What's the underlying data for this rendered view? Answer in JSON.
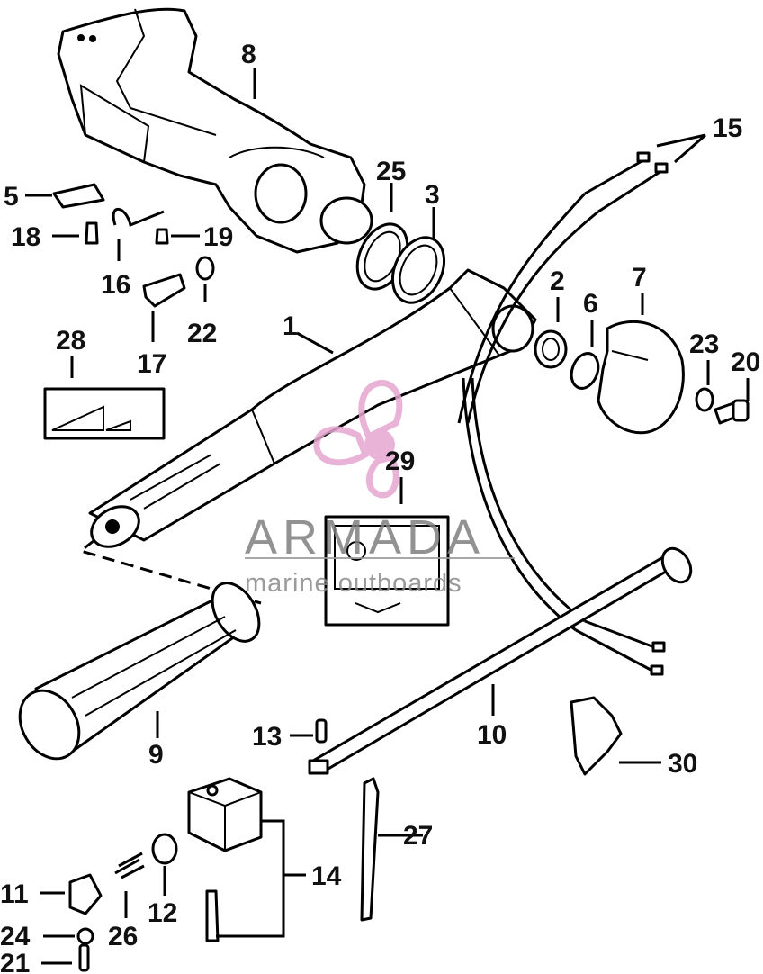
{
  "diagram": {
    "callouts": [
      {
        "id": "c1",
        "text": "1"
      },
      {
        "id": "c2",
        "text": "2"
      },
      {
        "id": "c3",
        "text": "3"
      },
      {
        "id": "c5",
        "text": "5"
      },
      {
        "id": "c6",
        "text": "6"
      },
      {
        "id": "c7",
        "text": "7"
      },
      {
        "id": "c8",
        "text": "8"
      },
      {
        "id": "c9",
        "text": "9"
      },
      {
        "id": "c10",
        "text": "10"
      },
      {
        "id": "c11",
        "text": "11"
      },
      {
        "id": "c12",
        "text": "12"
      },
      {
        "id": "c13",
        "text": "13"
      },
      {
        "id": "c14",
        "text": "14"
      },
      {
        "id": "c15",
        "text": "15"
      },
      {
        "id": "c16",
        "text": "16"
      },
      {
        "id": "c17",
        "text": "17"
      },
      {
        "id": "c18",
        "text": "18"
      },
      {
        "id": "c19",
        "text": "19"
      },
      {
        "id": "c20",
        "text": "20"
      },
      {
        "id": "c21",
        "text": "21"
      },
      {
        "id": "c22",
        "text": "22"
      },
      {
        "id": "c23",
        "text": "23"
      },
      {
        "id": "c24",
        "text": "24"
      },
      {
        "id": "c25",
        "text": "25"
      },
      {
        "id": "c26",
        "text": "26"
      },
      {
        "id": "c27",
        "text": "27"
      },
      {
        "id": "c28",
        "text": "28"
      },
      {
        "id": "c29",
        "text": "29"
      },
      {
        "id": "c30",
        "text": "30"
      }
    ]
  },
  "watermark": {
    "title": "ARMADA",
    "subtitle": "marine outboards",
    "accent_color": "#e4a6cf"
  }
}
